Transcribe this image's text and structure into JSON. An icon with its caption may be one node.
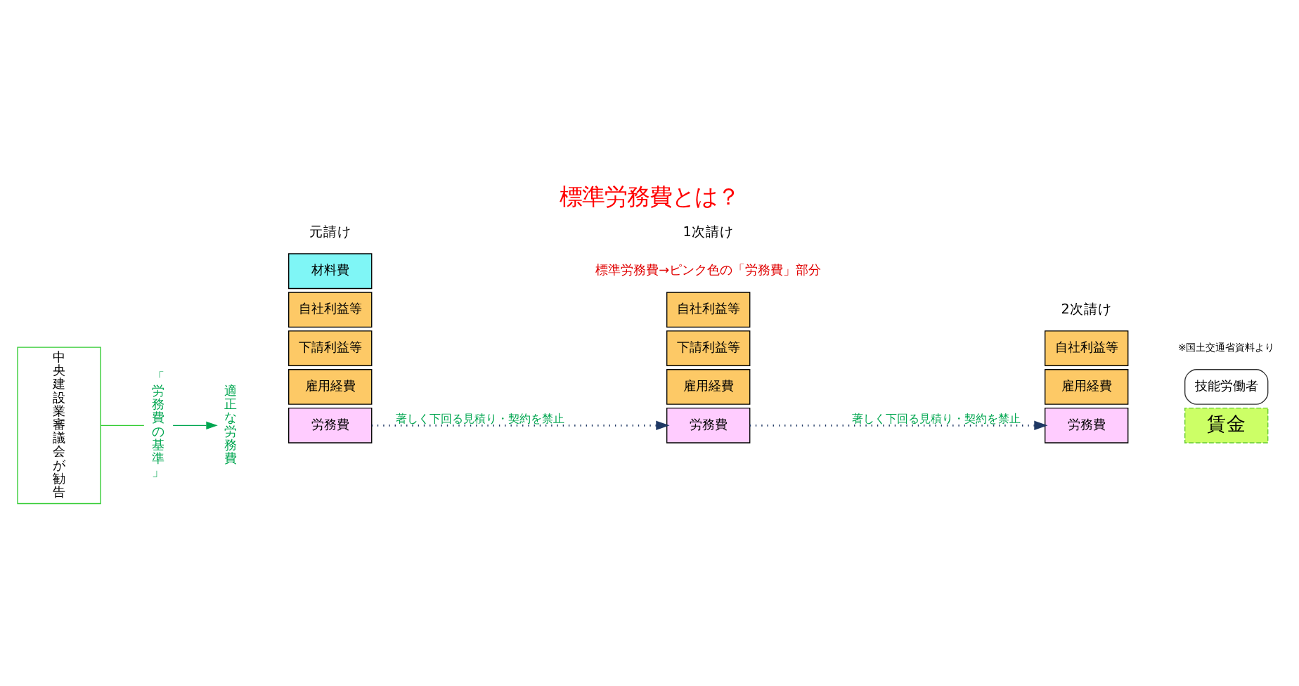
{
  "diagram": {
    "title": "標準労務費とは？",
    "nodes": [
      {
        "text": [
          "中央建設業審議会が勧告"
        ]
      },
      {
        "text": [
          "「労務費の基準」"
        ]
      },
      {
        "text": [
          "適正な労務費"
        ]
      },
      {
        "text": [
          "材料費"
        ]
      },
      {
        "text": [
          "自社利益等"
        ]
      },
      {
        "text": [
          "下請利益等"
        ]
      },
      {
        "text": [
          "雇用経費"
        ]
      },
      {
        "text": [
          "労務費"
        ]
      },
      {
        "text": [
          "自社利益等"
        ]
      },
      {
        "text": [
          "下請利益等"
        ]
      },
      {
        "text": [
          "雇用経費"
        ]
      },
      {
        "text": [
          "労務費"
        ]
      },
      {
        "text": [
          "自社利益等"
        ]
      },
      {
        "text": [
          "雇用経費"
        ]
      },
      {
        "text": [
          "労務費"
        ]
      },
      {
        "text": [
          "技能労働者"
        ]
      },
      {
        "text": [
          "賃金"
        ]
      }
    ],
    "edges": [
      {
        "from": 0,
        "to": 1,
        "arrow": "none",
        "color": "#33cc33"
      },
      {
        "from": 1,
        "to": 2,
        "arrow": "to",
        "color": "#00a650"
      },
      {
        "from": 7,
        "to": 11,
        "arrow": "to",
        "style": "dashed",
        "label": "著しく下回る見積り・契約を禁止"
      },
      {
        "from": 11,
        "to": 14,
        "arrow": "to",
        "style": "dashed",
        "label": "著しく下回る見積り・契約を禁止"
      }
    ],
    "labels": [
      "標準労務費→ピンク色の「労務費」部分",
      "元請け",
      "1次請け",
      "2次請け",
      "※国土交通省資料より"
    ]
  }
}
